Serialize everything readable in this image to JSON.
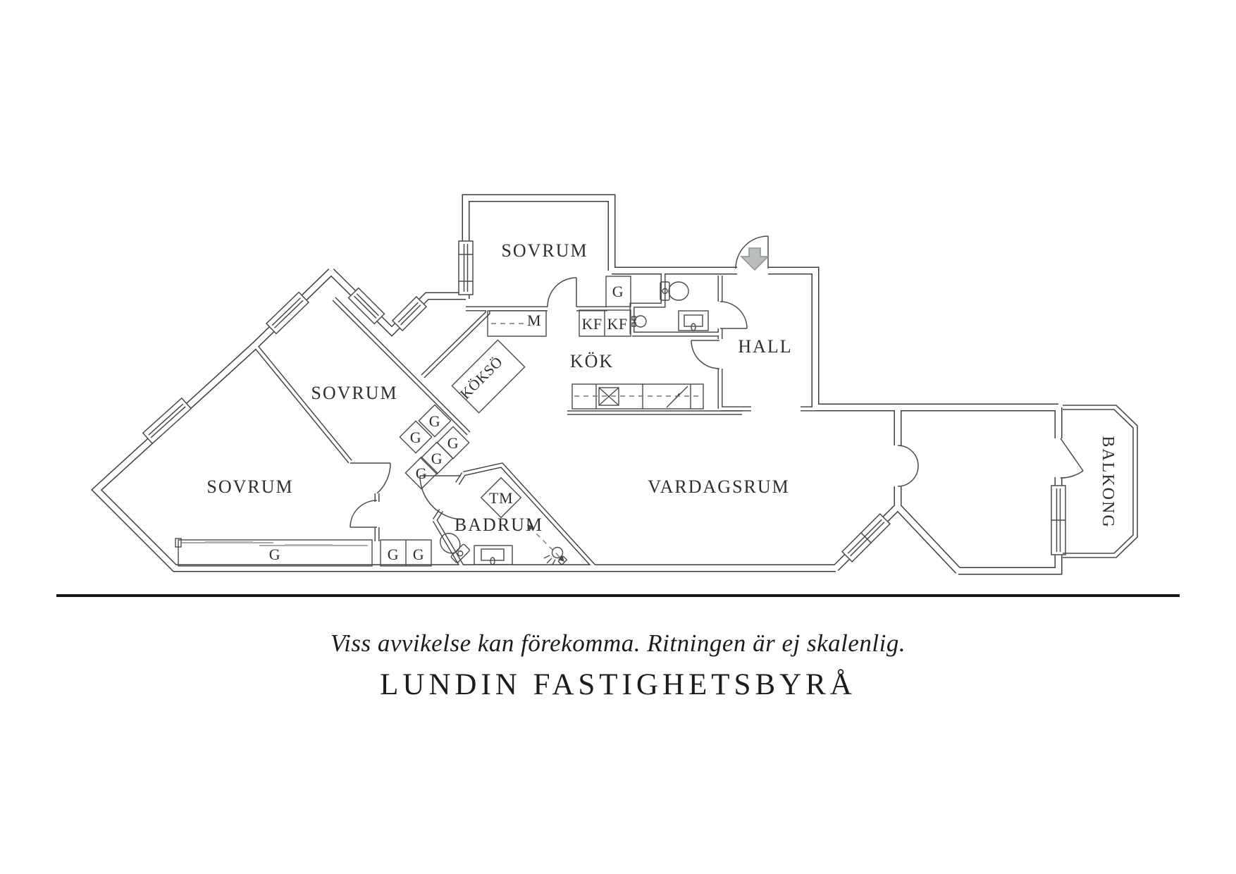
{
  "plan": {
    "rooms": {
      "bedroom": "SOVRUM",
      "kitchen": "KÖK",
      "kitchen_island": "KÖKSÖ",
      "hall": "HALL",
      "living_room": "VARDAGSRUM",
      "bathroom": "BADRUM",
      "balcony": "BALKONG"
    },
    "markers": {
      "wardrobe": "G",
      "fridge_freezer": "KF",
      "cabinet": "M",
      "washing_machine": "TM"
    },
    "colors": {
      "wall": "#3d3d3d",
      "detail": "#4a4a4a",
      "text": "#2e2e2e",
      "entrance_arrow_fill": "#b9beba",
      "entrance_arrow_stroke": "#8e938f",
      "background": "#ffffff"
    }
  },
  "footer": {
    "disclaimer": "Viss avvikelse kan förekomma. Ritningen är ej skalenlig.",
    "agency": "LUNDIN FASTIGHETSBYRÅ"
  }
}
